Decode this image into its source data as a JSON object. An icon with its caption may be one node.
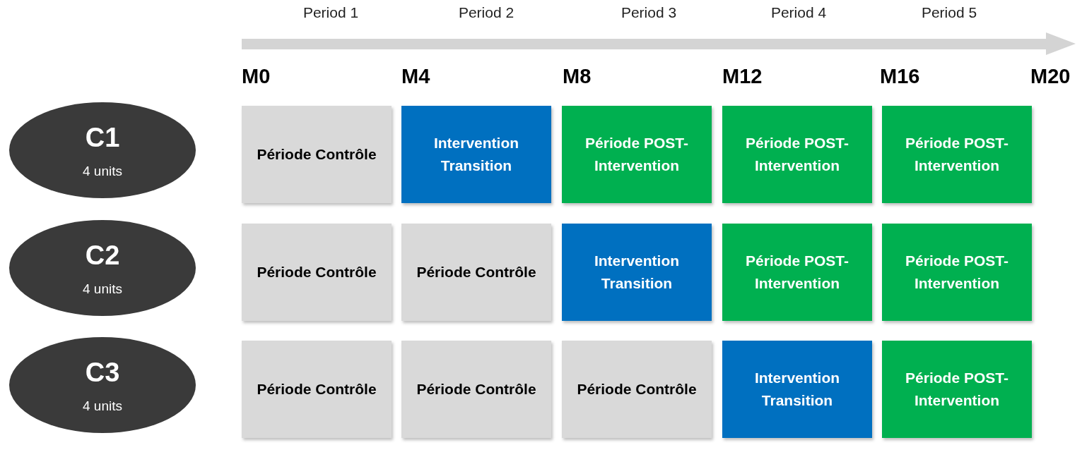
{
  "diagram": {
    "nodes": [
      {
        "text": [
          "C1",
          "4 units"
        ]
      },
      {
        "text": [
          "Période Contrôle"
        ]
      },
      {
        "text": [
          "Intervention Transition"
        ]
      },
      {
        "text": [
          "Période POST-Intervention"
        ]
      },
      {
        "text": [
          "Période POST-Intervention"
        ]
      },
      {
        "text": [
          "Période POST-Intervention"
        ]
      },
      {
        "text": [
          "C2",
          "4 units"
        ]
      },
      {
        "text": [
          "Période Contrôle"
        ]
      },
      {
        "text": [
          "Période Contrôle"
        ]
      },
      {
        "text": [
          "Intervention Transition"
        ]
      },
      {
        "text": [
          "Période POST-Intervention"
        ]
      },
      {
        "text": [
          "Période POST-Intervention"
        ]
      },
      {
        "text": [
          "C3",
          "4 units"
        ]
      },
      {
        "text": [
          "Période Contrôle"
        ]
      },
      {
        "text": [
          "Période Contrôle"
        ]
      },
      {
        "text": [
          "Période Contrôle"
        ]
      },
      {
        "text": [
          "Intervention Transition"
        ]
      },
      {
        "text": [
          "Période POST-Intervention"
        ]
      }
    ],
    "edges": [],
    "labels": [
      "Period 1",
      "Period 2",
      "Period 3",
      "Period 4",
      "Period 5",
      "M0",
      "M4",
      "M8",
      "M12",
      "M16",
      "M20"
    ]
  }
}
